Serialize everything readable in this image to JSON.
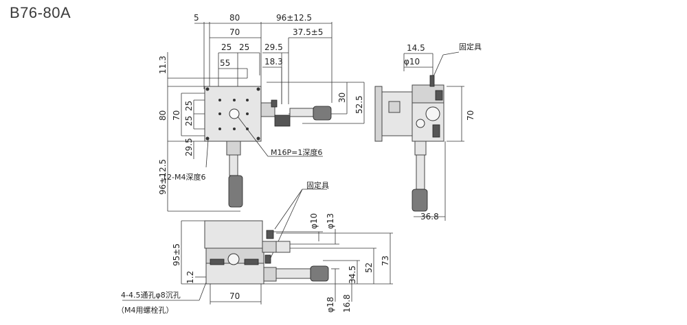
{
  "title": "B76-80A",
  "top_view": {
    "dims_top": [
      "5",
      "80",
      "96±12.5",
      "70",
      "37.5±5",
      "25",
      "25",
      "29.5",
      "55",
      "18.3"
    ],
    "dims_left": [
      "11.3",
      "80",
      "70",
      "25",
      "25",
      "29.5",
      "96±12.5"
    ],
    "dims_right": [
      "30",
      "52.5"
    ],
    "callout_hole": "M16P=1深度6",
    "callout_tap": "12-M4深度6"
  },
  "side_view": {
    "dims": [
      "14.5",
      "φ10",
      "70",
      "36.8"
    ],
    "fixture_label": "固定具"
  },
  "front_view": {
    "fixture_label": "固定具",
    "dims_left": [
      "95±5",
      "1.2"
    ],
    "dims_vertical": [
      "φ10",
      "φ13",
      "34.5",
      "52",
      "73",
      "φ18",
      "16.8"
    ],
    "dim_bottom": "70",
    "note_line1": "4-4.5通孔φ8沉孔",
    "note_line2": "（M4用螺栓孔）"
  }
}
